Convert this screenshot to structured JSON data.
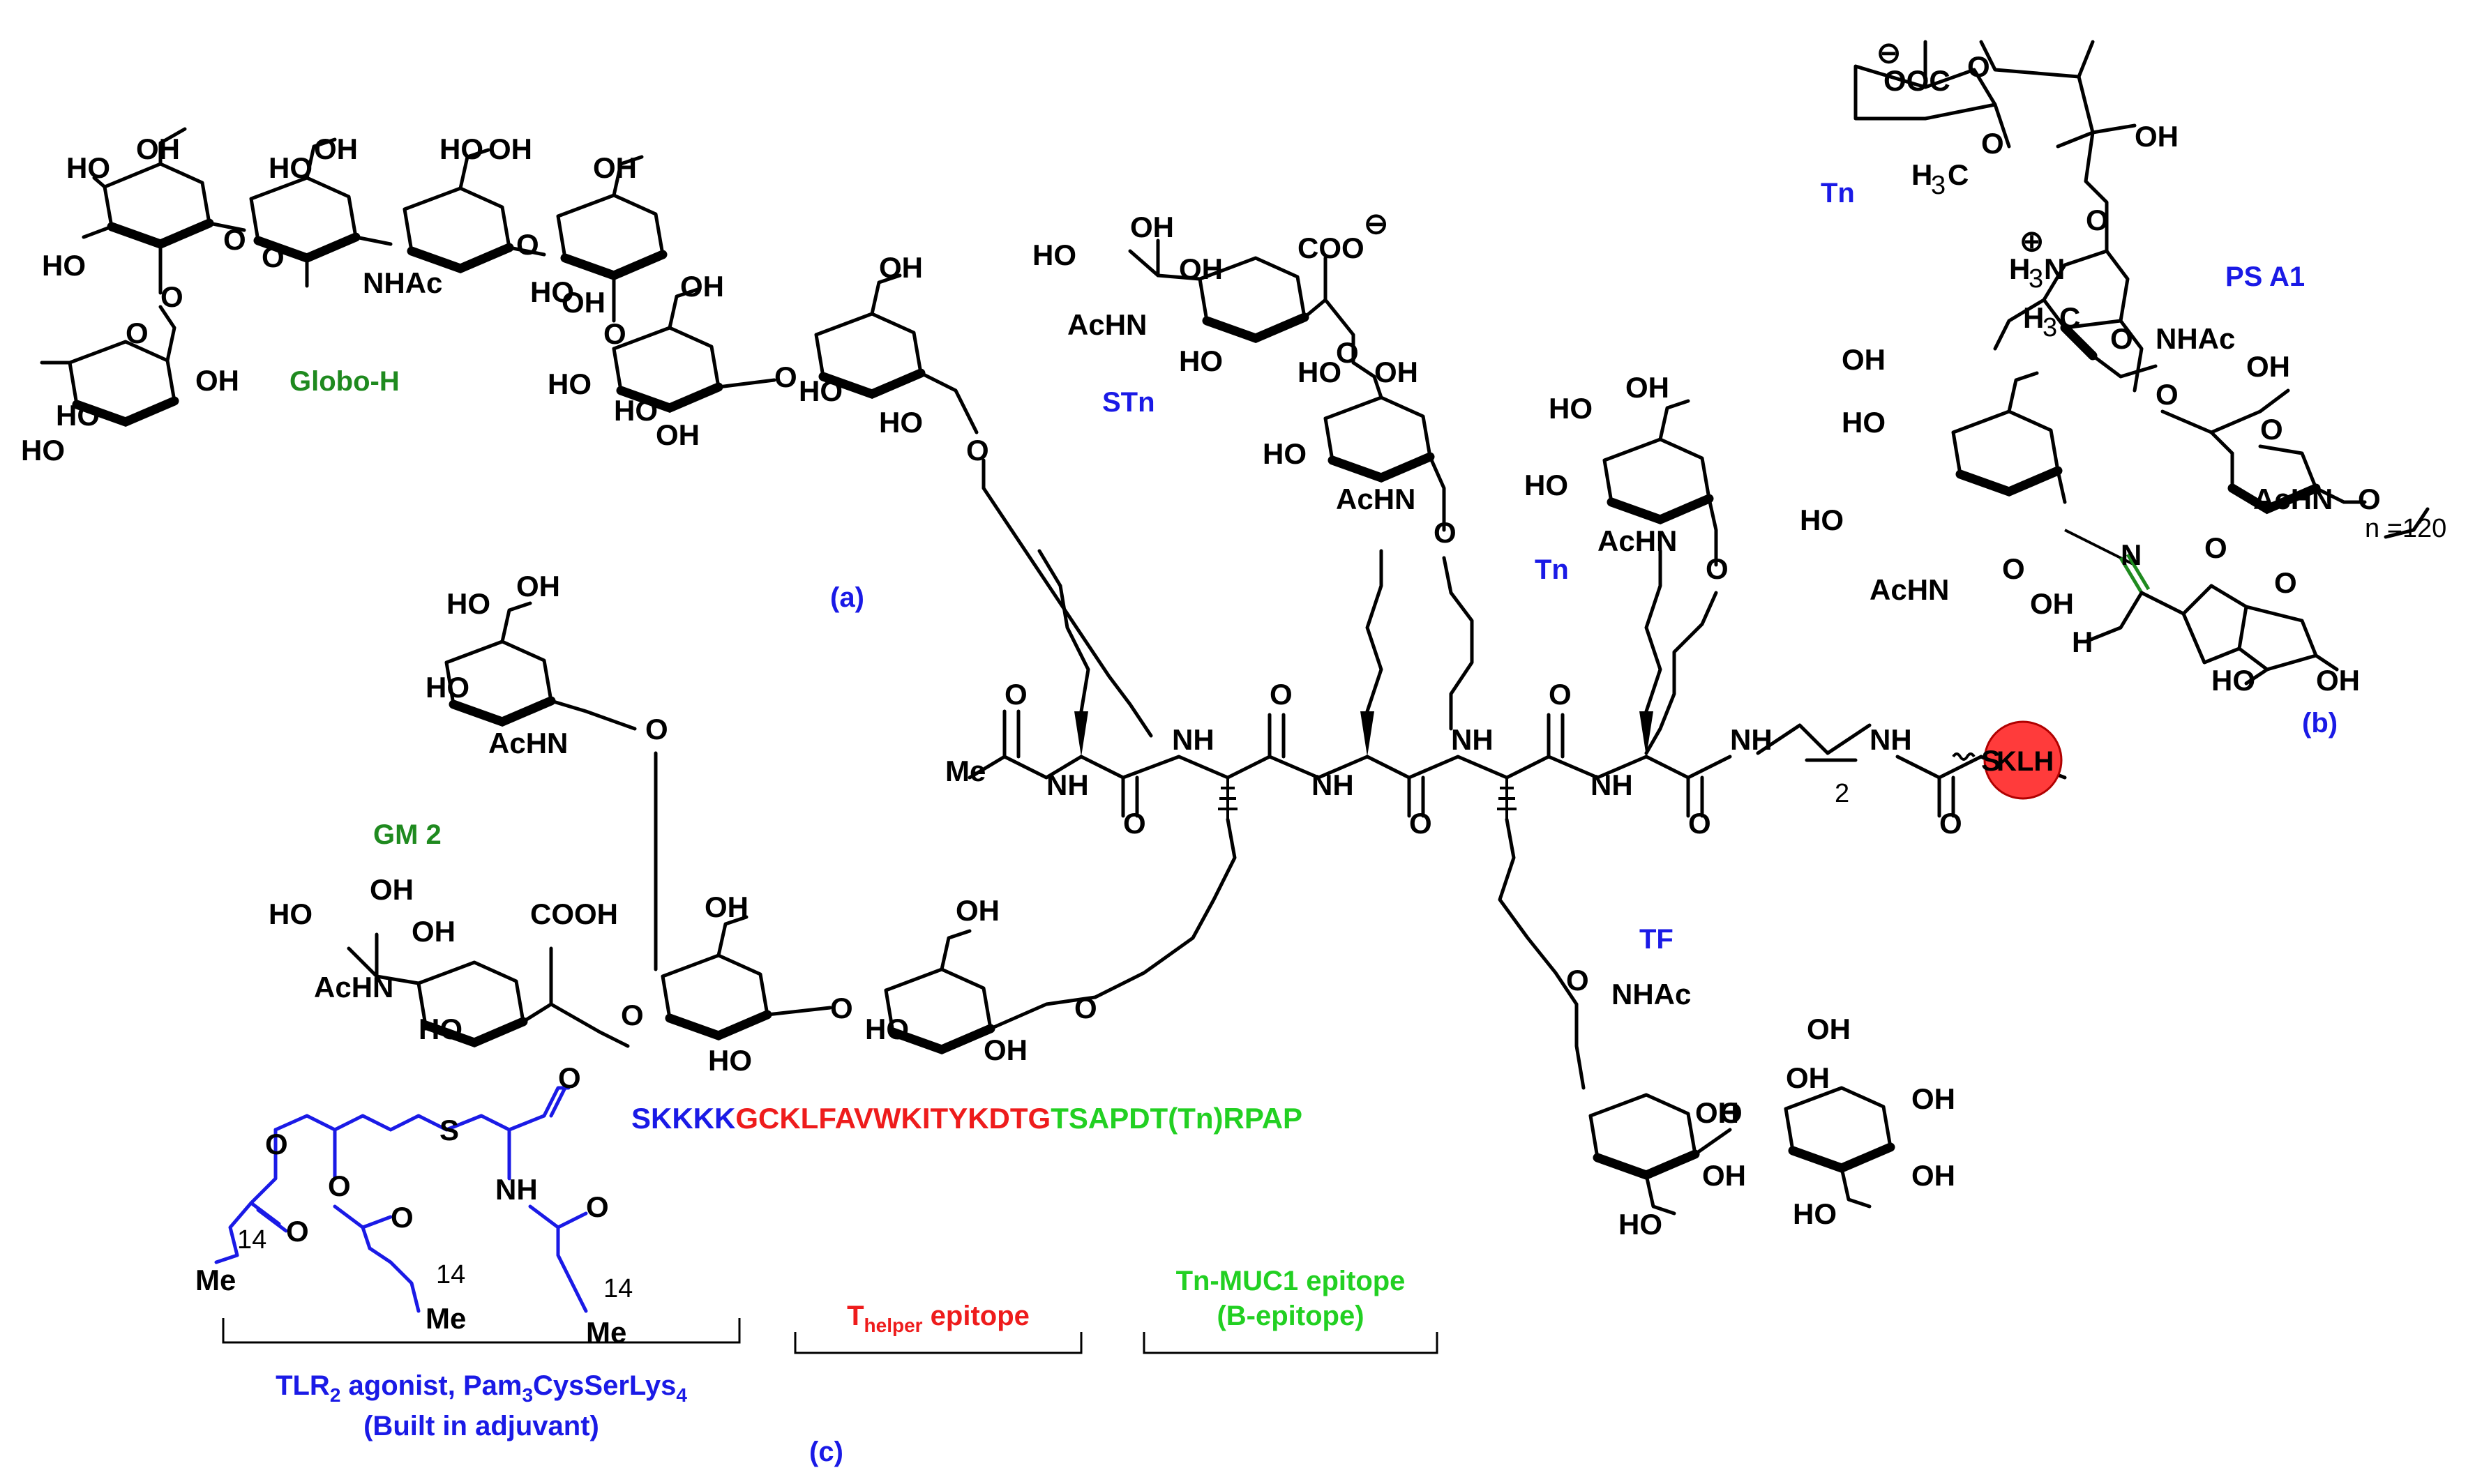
{
  "colors": {
    "black": "#000000",
    "blue": "#1a1ae6",
    "green": "#1f8a1f",
    "bright_green": "#22d022",
    "red": "#ee1c1c",
    "klh_fill": "#ff3b3b"
  },
  "panel_labels": {
    "a": "(a)",
    "b": "(b)",
    "c": "(c)"
  },
  "antigen_labels": {
    "globo_h": "Globo-H",
    "stn": "STn",
    "tn_a": "Tn",
    "tn_b": "Tn",
    "gm2": "GM 2",
    "tf": "TF",
    "ps_a1": "PS A1"
  },
  "carrier": "KLH",
  "repeat_count": "n =120",
  "sequence": {
    "segment1": "SKKKK",
    "segment2": "GCKLFAVWKITYKDTG",
    "segment3": "TSAPDT(Tn)RPAP"
  },
  "epitope_labels": {
    "tlr_line1_a": "TLR",
    "tlr_line1_sub1": "2",
    "tlr_line1_b": " agonist, Pam",
    "tlr_line1_sub2": "3",
    "tlr_line1_c": "CysSerLys",
    "tlr_line1_sub3": "4",
    "tlr_line2": "(Built in adjuvant)",
    "thelper_main": "T",
    "thelper_sub": "helper",
    "thelper_tail": " epitope",
    "tn_muc1_line1": "Tn-MUC1 epitope",
    "tn_muc1_line2": "(B-epitope)"
  },
  "atoms": {
    "oh": "OH",
    "ho": "HO",
    "o": "O",
    "nhac": "NHAc",
    "achn": "AcHN",
    "coo": "COO",
    "cooh": "COOH",
    "ooc": "OOC",
    "me": "Me",
    "n": "N",
    "h": "H",
    "nh": "NH",
    "s": "S",
    "h3c": "H",
    "three": "3",
    "c": "C",
    "two": "2",
    "fourteen": "14",
    "h3n": "H",
    "n_h3n": "N",
    "minus": "⊖",
    "plus": "⊕"
  }
}
